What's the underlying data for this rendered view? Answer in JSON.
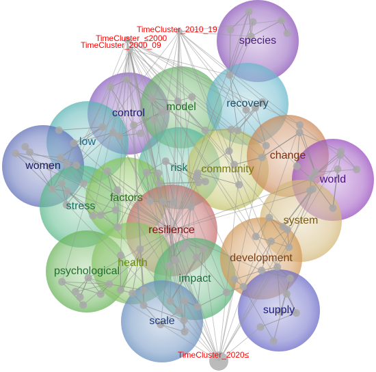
{
  "clusters": [
    {
      "id": "species",
      "label": "species",
      "color": "#8a55b8",
      "text_color": "#4a1a7a"
    },
    {
      "id": "control",
      "label": "control",
      "color": "#8a60c0",
      "text_color": "#1a1a70"
    },
    {
      "id": "model",
      "label": "model",
      "color": "#6ab46a",
      "text_color": "#1e6e1e"
    },
    {
      "id": "recovery",
      "label": "recovery",
      "color": "#6ab8cc",
      "text_color": "#1a5070"
    },
    {
      "id": "low",
      "label": "low",
      "color": "#5ab4b4",
      "text_color": "#1a6a8a"
    },
    {
      "id": "women",
      "label": "women",
      "color": "#6070b8",
      "text_color": "#1a1a60"
    },
    {
      "id": "risk",
      "label": "risk",
      "color": "#5ab8a0",
      "text_color": "#1e6e5e"
    },
    {
      "id": "community",
      "label": "community",
      "color": "#c4c46a",
      "text_color": "#7a7a10"
    },
    {
      "id": "change",
      "label": "change",
      "color": "#cc8a5a",
      "text_color": "#7a2e10"
    },
    {
      "id": "world",
      "label": "world",
      "color": "#9a50c0",
      "text_color": "#4a1080"
    },
    {
      "id": "stress",
      "label": "stress",
      "color": "#5ab88a",
      "text_color": "#1a6e5e"
    },
    {
      "id": "factors",
      "label": "factors",
      "color": "#8ac45a",
      "text_color": "#2e6e1a"
    },
    {
      "id": "resilience",
      "label": "resilience",
      "color": "#c87070",
      "text_color": "#7a1010"
    },
    {
      "id": "system",
      "label": "system",
      "color": "#d4b87a",
      "text_color": "#7a5a10"
    },
    {
      "id": "psychological",
      "label": "psychological",
      "color": "#6ab45a",
      "text_color": "#1e6e2e"
    },
    {
      "id": "health",
      "label": "health",
      "color": "#8ac46a",
      "text_color": "#6a8a10"
    },
    {
      "id": "impact",
      "label": "impact",
      "color": "#5ab47a",
      "text_color": "#1e6e3e"
    },
    {
      "id": "development",
      "label": "development",
      "color": "#d49a5a",
      "text_color": "#7a3e10"
    },
    {
      "id": "scale",
      "label": "scale",
      "color": "#6a90c0",
      "text_color": "#1a3a7a"
    },
    {
      "id": "supply",
      "label": "supply",
      "color": "#6a6ac8",
      "text_color": "#1a1a7a"
    }
  ],
  "time_clusters": [
    {
      "id": "tc2010",
      "label": "TimeCluster_2010_19"
    },
    {
      "id": "tc2000",
      "label": "TimeCluster_≤2000"
    },
    {
      "id": "tc2000_09",
      "label": "TimeCluster_2000_09"
    },
    {
      "id": "tc2020",
      "label": "TimeCluster_2020≤"
    }
  ]
}
